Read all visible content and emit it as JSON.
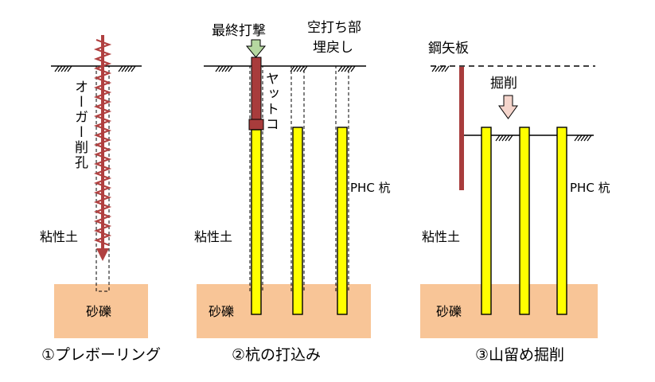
{
  "panels": [
    {
      "caption": "①プレボーリング",
      "soil_clay": "粘性土",
      "soil_gravel": "砂礫",
      "auger_label": "オーガー削孔"
    },
    {
      "caption": "②杭の打込み",
      "soil_clay": "粘性土",
      "soil_gravel": "砂礫",
      "final_blow_label": "最終打撃",
      "follower_label": "ヤットコ",
      "backfill_label_line1": "空打ち部",
      "backfill_label_line2": "埋戻し",
      "pile_label": "PHC 杭"
    },
    {
      "caption": "③山留め掘削",
      "soil_clay": "粘性土",
      "soil_gravel": "砂礫",
      "sheet_pile_label": "鋼矢板",
      "excavation_label": "掘削",
      "pile_label": "PHC 杭"
    }
  ],
  "colors": {
    "gravel_fill": "#f8c597",
    "pile_fill": "#ffff00",
    "steel_fill": "#a83c3c",
    "arrow_green": "#b5d8a0",
    "arrow_pink": "#f5d5cc"
  }
}
